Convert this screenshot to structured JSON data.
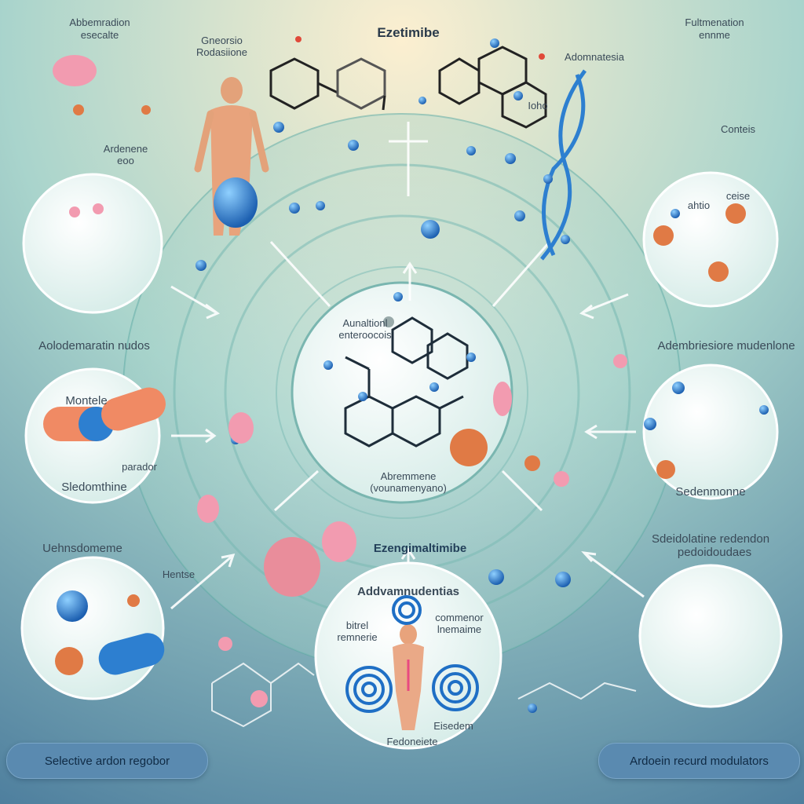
{
  "palette": {
    "bg_top": "#fbeac7",
    "bg_bottom": "#4d7f9e",
    "ring": "#3f8f8c",
    "accent_blue": "#2f7fd0",
    "accent_pink": "#f29bb0",
    "accent_orange": "#e07a45"
  },
  "header": {
    "title": "Ezetimibe"
  },
  "top_left": {
    "label_line1": "Abbemradion",
    "label_line2": "esecalte",
    "chem_line1": "Gneorsio",
    "chem_line2": "Rodasiione",
    "side_line1": "Ardenene",
    "side_line2": "eoo"
  },
  "top_right": {
    "label_line1": "Fultmenation",
    "label_line2": "ennme",
    "side_label": "Adomnatesia",
    "small_label": "Conteis",
    "small_label2": "Ioho"
  },
  "center": {
    "label_line1": "Aunaltionl",
    "label_line2": "enteroocois",
    "bottom_line1": "Abremmene",
    "bottom_line2": "(vounamenyano)",
    "ring_label": "Ezengimaltimibe"
  },
  "left": {
    "section_label": "Aolodemaratin nudos",
    "capsule_label": "Montele",
    "capsule_label2": "Sledomthine",
    "small_label": "parador",
    "lower_label": "Uehnsdomeme",
    "lower_small": "Hentse"
  },
  "right": {
    "section_label": "Adembriesiore mudenlone",
    "molecule_label": "Sedenmonne",
    "lower_line1": "Sdeidolatine redendon",
    "lower_line2": "pedoidoudaes",
    "small_top": "ceise",
    "small_top2": "ahtio"
  },
  "bottom": {
    "title": "Addvamnudentias",
    "left_line1": "bitrel",
    "left_line2": "remnerie",
    "right_line1": "commenor",
    "right_line2": "lnemaime",
    "side_label": "Eisedem",
    "caption": "Fedoneiete"
  },
  "buttons": {
    "left": "Selective ardon regobor",
    "right": "Ardoein recurd modulators"
  }
}
